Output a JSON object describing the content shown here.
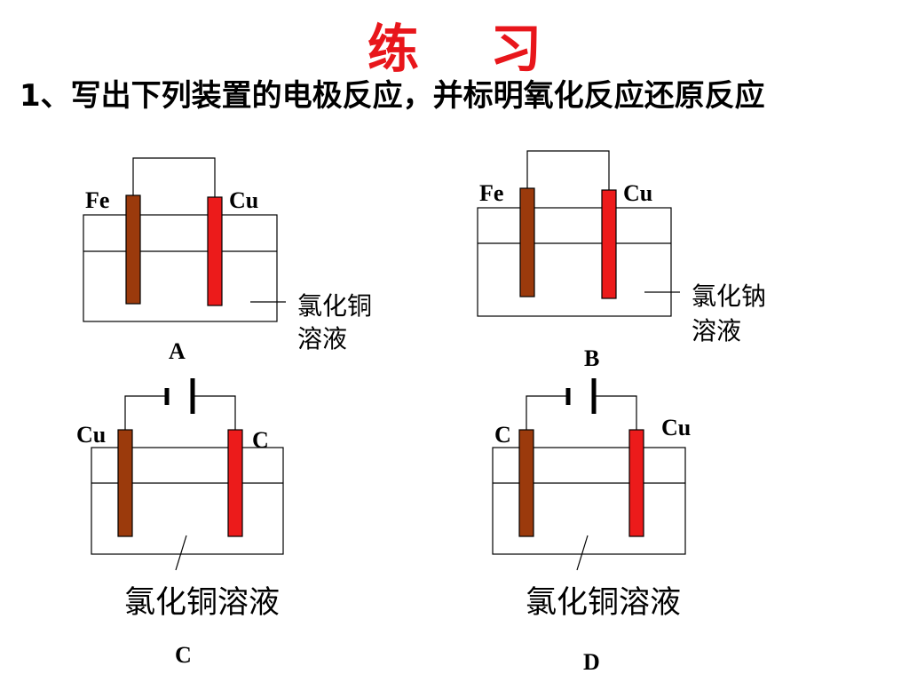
{
  "title": "练  习",
  "question": "1、写出下列装置的电极反应，并标明氧化反应还原反应",
  "colors": {
    "title": "#e8161b",
    "brown_electrode": "#9b3a0c",
    "red_electrode": "#ec1b1b",
    "line": "#000000"
  },
  "setups": [
    {
      "id": "A",
      "caption": "A",
      "left_electrode": "Fe",
      "right_electrode": "Cu",
      "solution_line1": "氯化铜",
      "solution_line2": "溶液",
      "power": "none"
    },
    {
      "id": "B",
      "caption": "B",
      "left_electrode": "Fe",
      "right_electrode": "Cu",
      "solution_line1": "氯化钠",
      "solution_line2": "溶液",
      "power": "none"
    },
    {
      "id": "C",
      "caption": "C",
      "left_electrode": "Cu",
      "right_electrode": "C",
      "solution": "氯化铜溶液",
      "power": "battery"
    },
    {
      "id": "D",
      "caption": "D",
      "left_electrode": "C",
      "right_electrode": "Cu",
      "solution": "氯化铜溶液",
      "power": "battery"
    }
  ]
}
